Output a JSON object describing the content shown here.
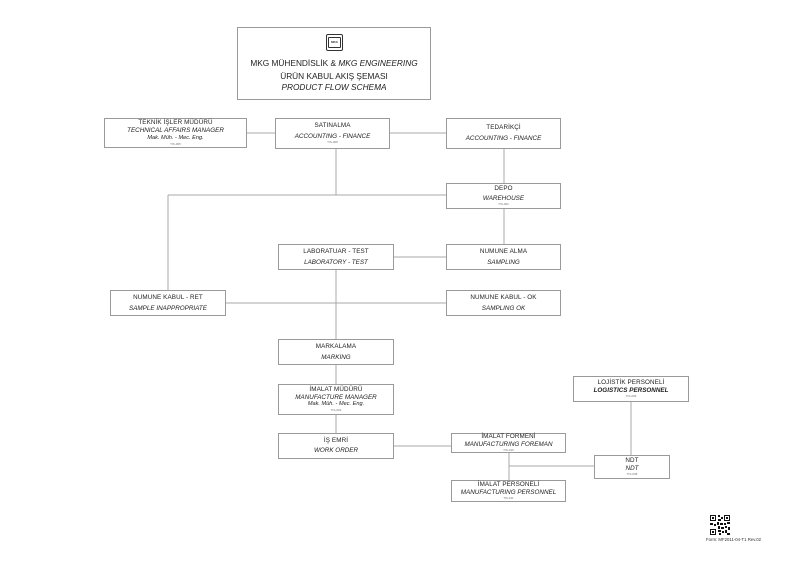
{
  "header": {
    "company_line": "MKG MÜHENDİSLİK  & ",
    "company_line_italic": "MKG ENGINEERING",
    "subtitle_tr": "ÜRÜN KABUL AKIŞ ŞEMASI",
    "subtitle_en": "PRODUCT FLOW SCHEMA",
    "logo_icon": "mkg-logo-icon"
  },
  "nodes": {
    "teknik": {
      "tr": "TEKNİK İŞLER MÜDÜRÜ",
      "en": "TECHNICAL AFFAIRS MANAGER",
      "extra": "Mak. Müh. - Mec. Eng.",
      "code": "TIS-005"
    },
    "satinalma": {
      "tr": "SATINALMA",
      "en": "ACCOUNTING - FINANCE",
      "code": "TIS-008"
    },
    "tedarikci": {
      "tr": "TEDARİKÇİ",
      "en": "ACCOUNTING - FINANCE"
    },
    "depo": {
      "tr": "DEPO",
      "en": "WAREHOUSE",
      "code": "TIS-002"
    },
    "laboratuar": {
      "tr": "LABORATUAR - TEST",
      "en": "LABORATORY - TEST"
    },
    "numune_alma": {
      "tr": "NUMUNE ALMA",
      "en": "SAMPLING"
    },
    "numune_ret": {
      "tr": "NUMUNE KABUL - RET",
      "en": "SAMPLE INAPPROPRIATE"
    },
    "numune_ok": {
      "tr": "NUMUNE KABUL - OK",
      "en": "SAMPLING OK"
    },
    "markalama": {
      "tr": "MARKALAMA",
      "en": "MARKING"
    },
    "imalat_muduru": {
      "tr": "İMALAT MÜDÜRÜ",
      "en": "MANUFACTURE MANAGER",
      "extra": "Mak. Müh. - Mec. Eng.",
      "code": "TIS-003"
    },
    "is_emri": {
      "tr": "İŞ EMRİ",
      "en": "WORK ORDER"
    },
    "imalat_formeni": {
      "tr": "İMALAT FORMENİ",
      "en": "MANUFACTURING FOREMAN",
      "code": "TIS-010"
    },
    "lojistik": {
      "tr": "LOJİSTİK  PERSONELİ",
      "en": "LOGISTICS PERSONNEL",
      "code": "TIS-006"
    },
    "ndt": {
      "tr": "NDT",
      "en": "NDT",
      "code": "TIS-008"
    },
    "imalat_personeli": {
      "tr": "İMALAT PERSONELİ",
      "en": "MANUFACTURING PERSONNEL",
      "code": "TIS-011"
    }
  },
  "footer": {
    "form_code": "Form: MF2011-04-T1 Rev.02",
    "qr_icon": "qr-code-icon"
  }
}
